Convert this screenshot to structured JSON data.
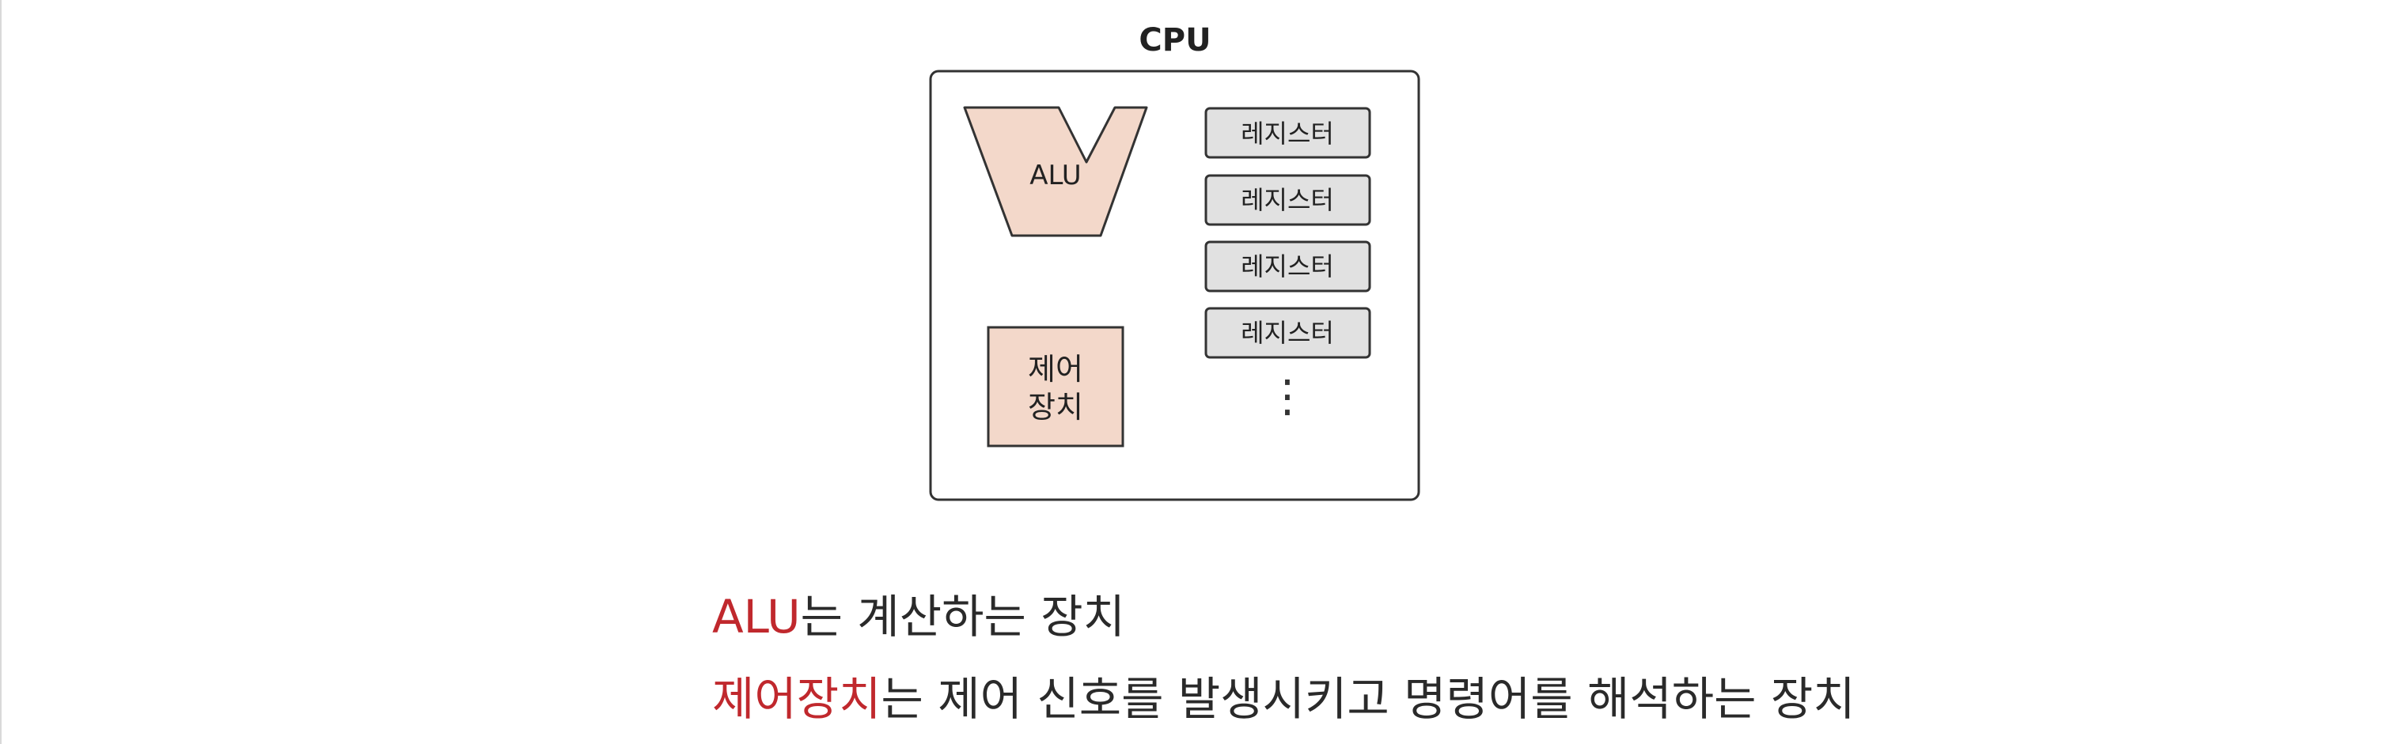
{
  "diagram": {
    "cpu_label": "CPU",
    "alu_label": "ALU",
    "control_unit_label_line1": "제어",
    "control_unit_label_line2": "장치",
    "registers": [
      "레지스터",
      "레지스터",
      "레지스터",
      "레지스터"
    ],
    "register_ellipsis": "⋮",
    "colors": {
      "component_fill": "#f3d8ca",
      "register_fill": "#e1e1e1",
      "outline": "#333333"
    }
  },
  "captions": [
    {
      "highlight": "ALU",
      "text": "는 계산하는 장치"
    },
    {
      "highlight": "제어장치",
      "text": "는 제어 신호를 발생시키고 명령어를 해석하는 장치"
    }
  ],
  "colors": {
    "highlight": "#c0282d",
    "caption_text": "#2a2a2a"
  }
}
